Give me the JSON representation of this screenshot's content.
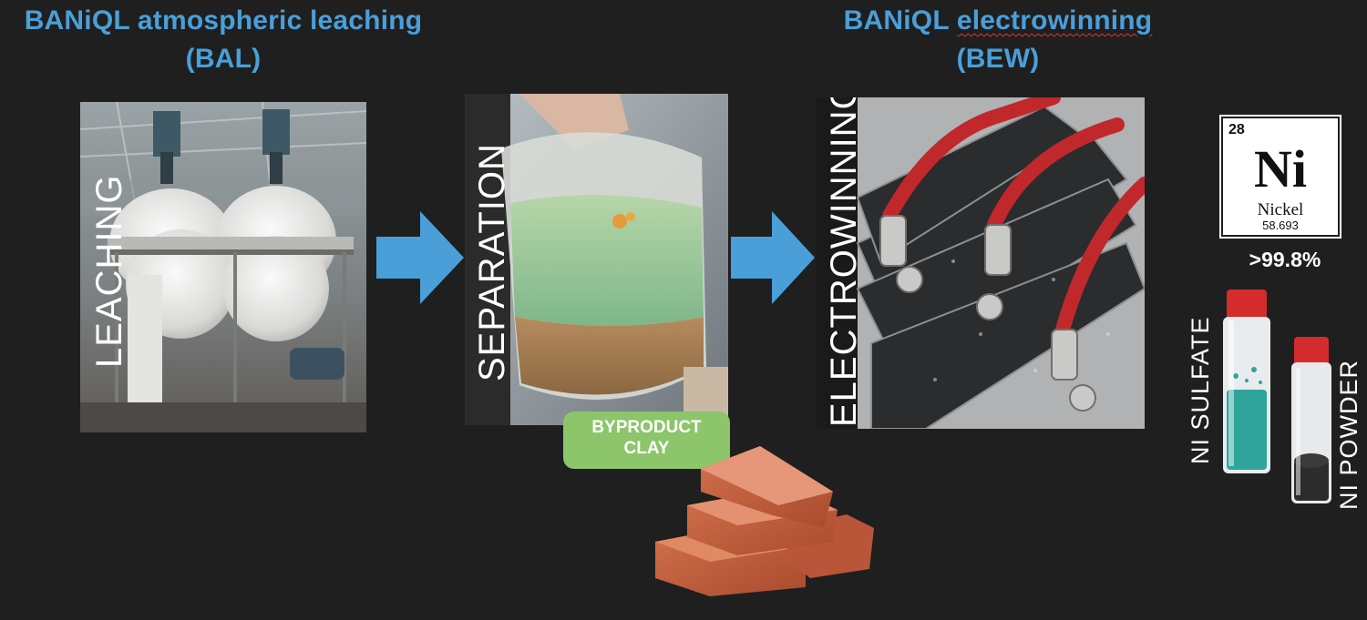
{
  "titles": {
    "leaching_line1": "BANiQL atmospheric leaching",
    "leaching_line2": "(BAL)",
    "electrowinning_prefix": "BANiQL ",
    "electrowinning_word": "electrowinning",
    "electrowinning_line2": "(BEW)"
  },
  "steps": {
    "leaching": "LEACHING",
    "separation": "SEPARATION",
    "electrowinning": "ELECTROWINNING"
  },
  "byproduct": {
    "line1": "BYPRODUCT",
    "line2": "CLAY"
  },
  "element": {
    "atomic_number": "28",
    "symbol": "Ni",
    "name": "Nickel",
    "atomic_mass": "58.693"
  },
  "purity": ">99.8%",
  "products": {
    "sulfate": "NI SULFATE",
    "powder": "NI POWDER"
  },
  "colors": {
    "background": "#1f1f1f",
    "title_blue": "#4a9fd8",
    "arrow_blue": "#4a9fd8",
    "badge_green": "#8cc56a"
  }
}
